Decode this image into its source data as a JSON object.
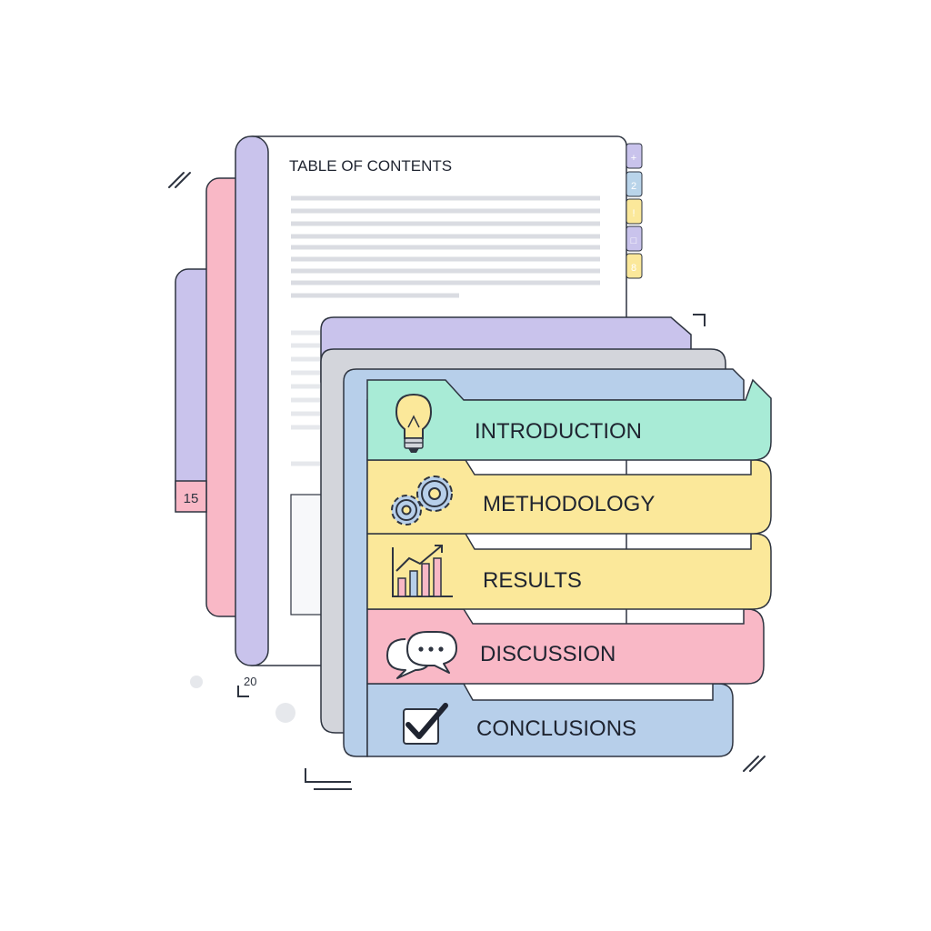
{
  "document": {
    "title": "TABLE OF CONTENTS",
    "page_number_left": "15",
    "page_number_bottom": "20"
  },
  "side_tabs": [
    {
      "glyph": "+",
      "color": "#C9C3EC"
    },
    {
      "glyph": "2",
      "color": "#B9D4EA"
    },
    {
      "glyph": "!",
      "color": "#FBE89A"
    },
    {
      "glyph": "□",
      "color": "#C9C3EC"
    },
    {
      "glyph": "8",
      "color": "#FBE89A"
    }
  ],
  "sections": [
    {
      "label": "INTRODUCTION",
      "icon": "lightbulb-icon",
      "color": "#A8EBD6"
    },
    {
      "label": "METHODOLOGY",
      "icon": "gears-icon",
      "color": "#FBE89A"
    },
    {
      "label": "RESULTS",
      "icon": "bar-chart-icon",
      "color": "#FBE89A"
    },
    {
      "label": "DISCUSSION",
      "icon": "speech-bubbles-icon",
      "color": "#F9B8C6"
    },
    {
      "label": "CONCLUSIONS",
      "icon": "checkbox-icon",
      "color": "#B7CFEA"
    }
  ],
  "colors": {
    "outline": "#2E3440",
    "lavender": "#C9C3EC",
    "pink": "#F9B8C6",
    "gray": "#D3D5DB",
    "blue": "#B7CFEA",
    "mint": "#A8EBD6",
    "yellow": "#FBE89A",
    "line_gray": "#DADCE2"
  }
}
